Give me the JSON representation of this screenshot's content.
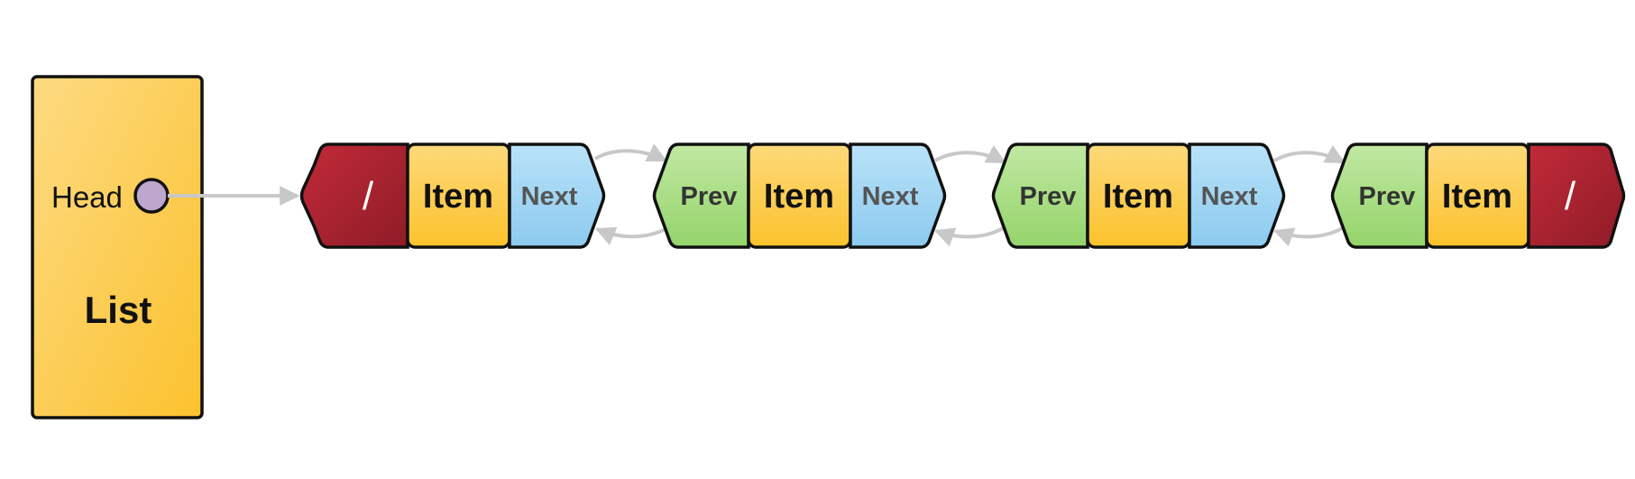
{
  "list": {
    "head_label": "Head",
    "title": "List"
  },
  "nodes": [
    {
      "prev": "/",
      "item": "Item",
      "next": "Next"
    },
    {
      "prev": "Prev",
      "item": "Item",
      "next": "Next"
    },
    {
      "prev": "Prev",
      "item": "Item",
      "next": "Next"
    },
    {
      "prev": "Prev",
      "item": "Item",
      "next": "/"
    }
  ],
  "colors": {
    "list_fill": "#fdc83a",
    "item_fill": "#fdc83a",
    "next_fill": "#9dd3f1",
    "prev_fill": "#a6dc7e",
    "null_fill": "#a32430",
    "head_dot": "#bfa6cd",
    "connector": "#c8c8c8",
    "outline": "#111111"
  }
}
